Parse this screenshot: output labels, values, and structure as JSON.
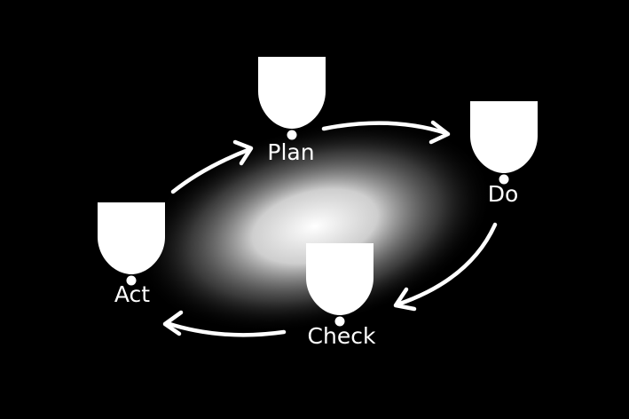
{
  "diagram": {
    "colors": {
      "background": "#000000",
      "foreground": "#ffffff"
    },
    "stages": [
      {
        "id": "plan",
        "label": "Plan",
        "icon": "shield-icon"
      },
      {
        "id": "do",
        "label": "Do",
        "icon": "shield-icon"
      },
      {
        "id": "check",
        "label": "Check",
        "icon": "shield-icon"
      },
      {
        "id": "act",
        "label": "Act",
        "icon": "shield-icon"
      }
    ],
    "arrows": [
      {
        "from": "plan",
        "to": "do"
      },
      {
        "from": "do",
        "to": "check"
      },
      {
        "from": "check",
        "to": "act"
      },
      {
        "from": "act",
        "to": "plan"
      }
    ]
  }
}
